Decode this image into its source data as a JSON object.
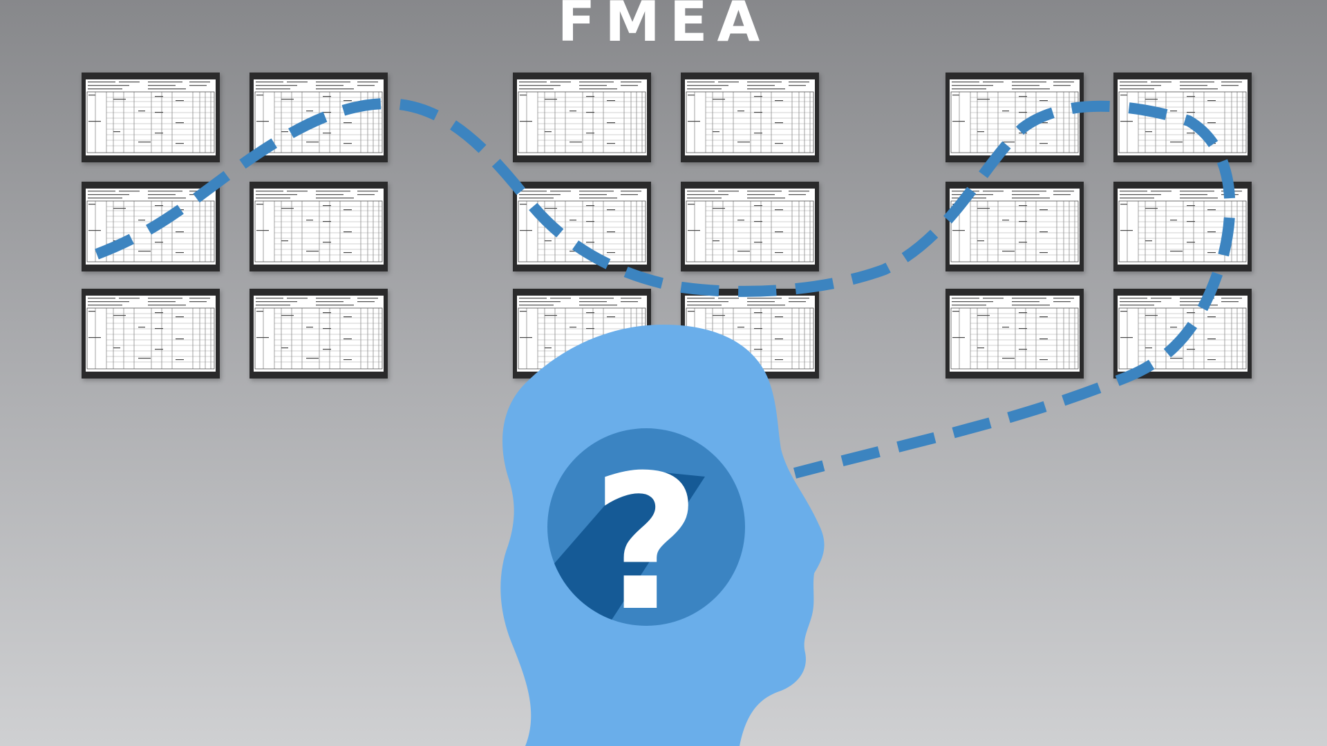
{
  "title": "FMEA",
  "colors": {
    "background_top": "#87888b",
    "background_bottom": "#cfd0d2",
    "head": "#6aaeea",
    "head_inner": "#3b84c2",
    "head_inner_dark": "#155a96",
    "path": "#3c84c0",
    "question_mark": "#ffffff"
  },
  "icons": {
    "head": "head-silhouette-icon",
    "question": "question-mark-icon",
    "document": "spreadsheet-document-icon"
  },
  "document_grid": {
    "groups": 3,
    "columns_per_group": 2,
    "rows": 3
  }
}
